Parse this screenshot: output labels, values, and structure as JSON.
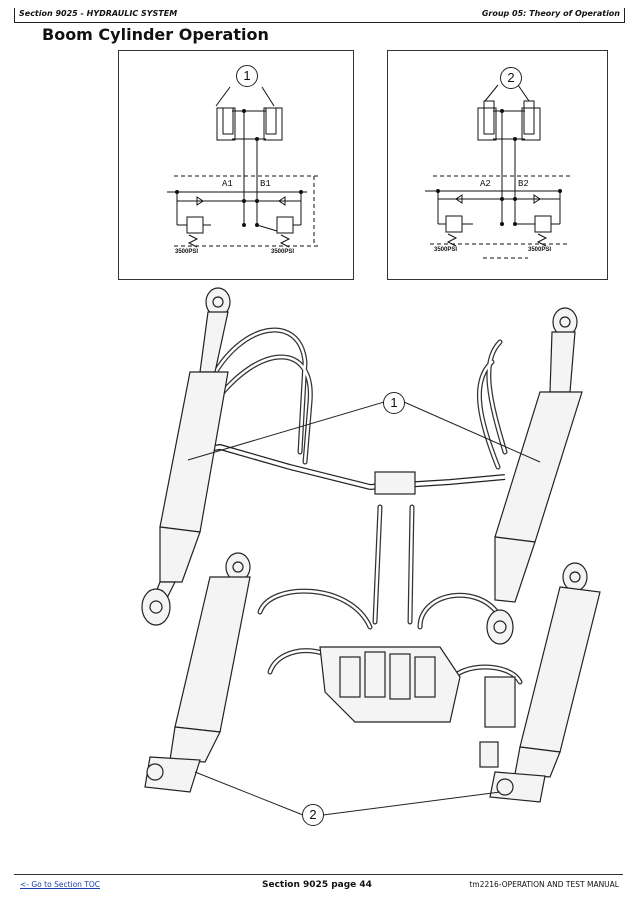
{
  "header": {
    "section": "Section 9025 - HYDRAULIC SYSTEM",
    "group": "Group 05: Theory of Operation"
  },
  "page_title": "Boom Cylinder Operation",
  "schematics": [
    {
      "callout": "1",
      "port_a": "A1",
      "port_b": "B1",
      "relief_left": "3500PSI",
      "relief_right": "3500PSI"
    },
    {
      "callout": "2",
      "port_a": "A2",
      "port_b": "B2",
      "relief_left": "3500PSI",
      "relief_right": "3500PSI"
    }
  ],
  "illustration": {
    "callout_1": "1",
    "callout_2": "2"
  },
  "footer": {
    "toc_link": "<- Go to Section TOC",
    "page": "Section 9025 page 44",
    "manual": "tm2216-OPERATION AND TEST MANUAL"
  }
}
